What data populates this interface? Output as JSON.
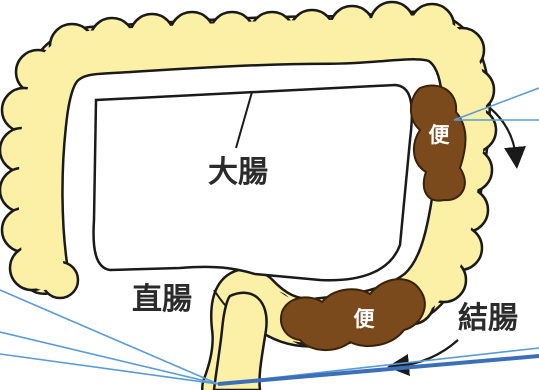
{
  "labels": {
    "large_intestine": "大腸",
    "rectum": "直腸",
    "colon": "結腸",
    "stool_upper": "便",
    "stool_lower": "便"
  },
  "colors": {
    "intestine_fill": "#fbf0a6",
    "intestine_stroke": "#1a1a1a",
    "stool_fill": "#7a4a1c",
    "stool_stroke": "#3a2208",
    "pointer_line": "#5a9bd5",
    "label_text": "#2b2b2b"
  }
}
